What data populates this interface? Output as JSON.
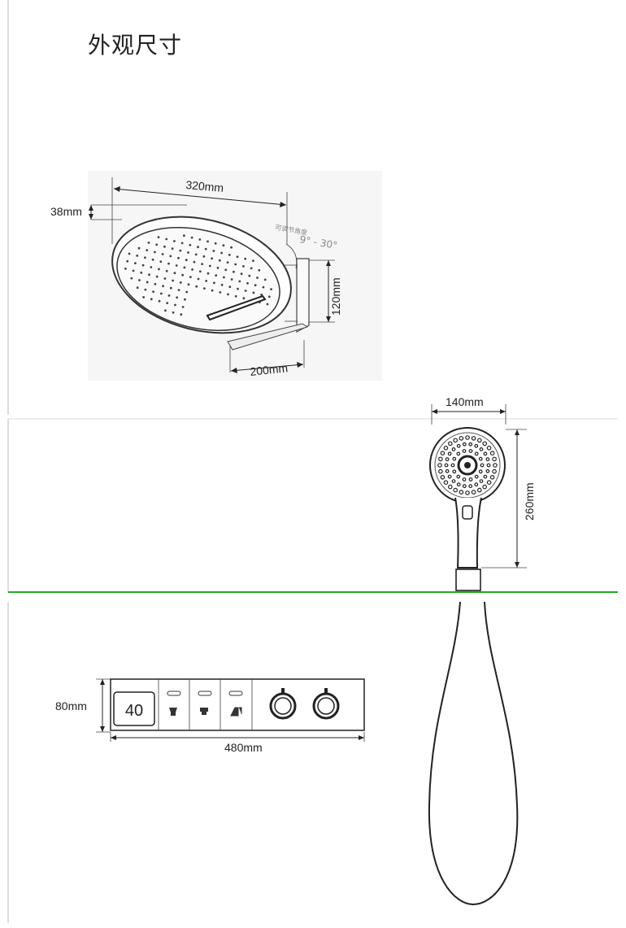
{
  "page": {
    "title": "外观尺寸"
  },
  "top_shower": {
    "width_label": "320mm",
    "thickness_label": "38mm",
    "height_label": "120mm",
    "depth_label": "200mm",
    "angle_note": "可调节角度",
    "angle_value": "9° - 30°"
  },
  "hand_shower": {
    "width_label": "140mm",
    "length_label": "260mm"
  },
  "control_panel": {
    "height_label": "80mm",
    "width_label": "480mm",
    "display_value": "40"
  },
  "colors": {
    "divider_green": "#22aa22",
    "line": "#222222"
  }
}
